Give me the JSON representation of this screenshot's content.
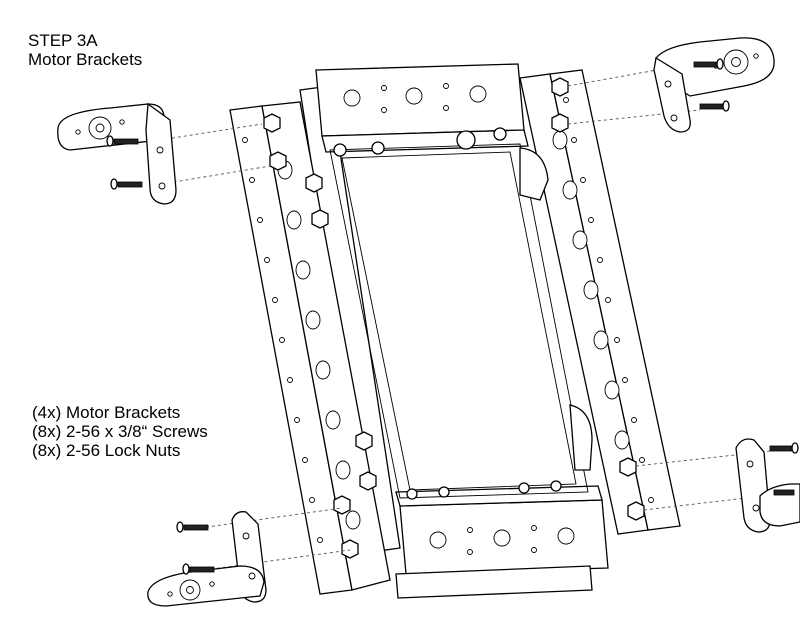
{
  "step": {
    "number": "STEP 3A",
    "title": "Motor Brackets"
  },
  "parts": [
    "(4x) Motor Brackets",
    "(8x) 2-56 x 3/8“ Screws",
    "(8x) 2-56 Lock Nuts"
  ],
  "colors": {
    "line": "#000000",
    "background": "#ffffff"
  }
}
